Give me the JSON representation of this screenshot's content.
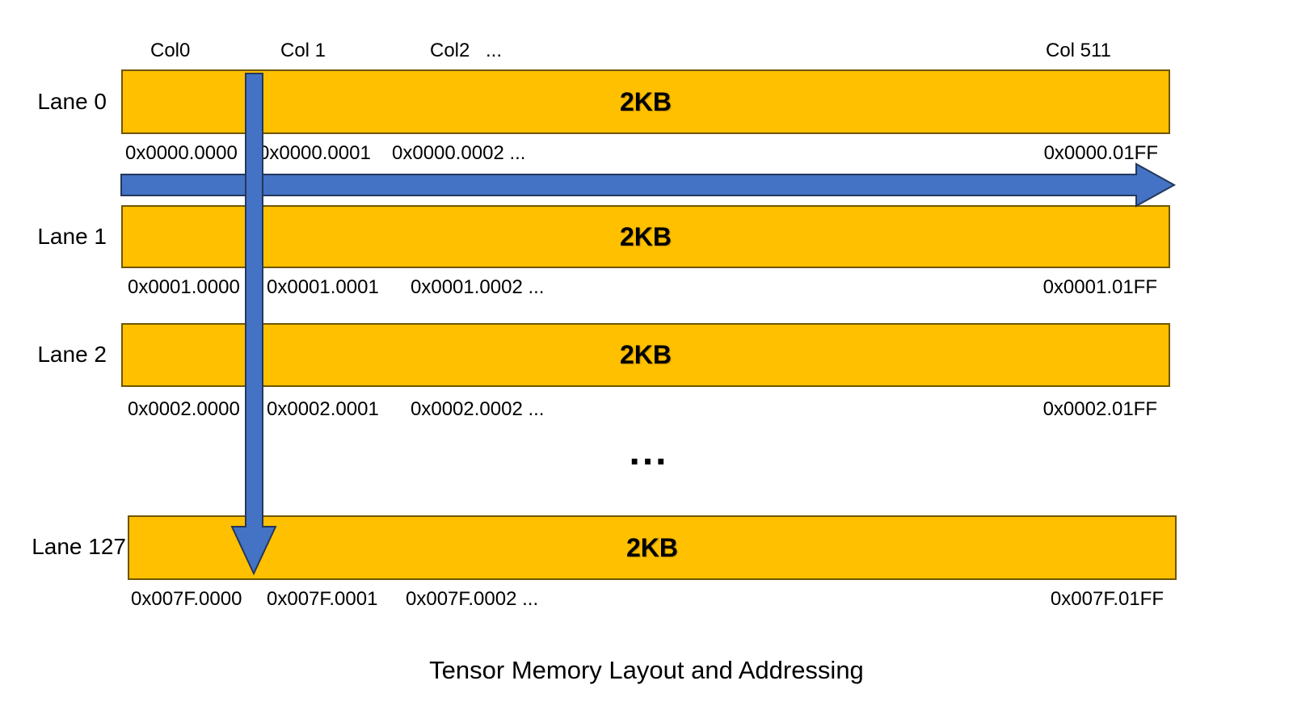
{
  "diagram": {
    "title": "Tensor Memory Layout and Addressing",
    "ellipsis": "...",
    "column_headers": [
      "Col0",
      "Col 1",
      "Col2",
      "...",
      "Col 511"
    ],
    "lanes": [
      {
        "label": "Lane 0",
        "size": "2KB",
        "addresses": [
          "0x0000.0000",
          "0x0000.0001",
          "0x0000.0002 ...",
          "0x0000.01FF"
        ]
      },
      {
        "label": "Lane 1",
        "size": "2KB",
        "addresses": [
          "0x0001.0000",
          "0x0001.0001",
          "0x0001.0002 ...",
          "0x0001.01FF"
        ]
      },
      {
        "label": "Lane 2",
        "size": "2KB",
        "addresses": [
          "0x0002.0000",
          "0x0002.0001",
          "0x0002.0002 ...",
          "0x0002.01FF"
        ]
      },
      {
        "label": "Lane 127",
        "size": "2KB",
        "addresses": [
          "0x007F.0000",
          "0x007F.0001",
          "0x007F.0002 ...",
          "0x007F.01FF"
        ]
      }
    ],
    "arrows": {
      "column_direction": "increasing column address (left to right)",
      "lane_direction": "increasing lane address (top to bottom)"
    },
    "colors": {
      "bar_fill": "#FFC000",
      "bar_border": "#6E5600",
      "arrow_fill": "#4472C4",
      "arrow_border": "#24385B",
      "text": "#000000",
      "background": "#FFFFFF"
    }
  }
}
